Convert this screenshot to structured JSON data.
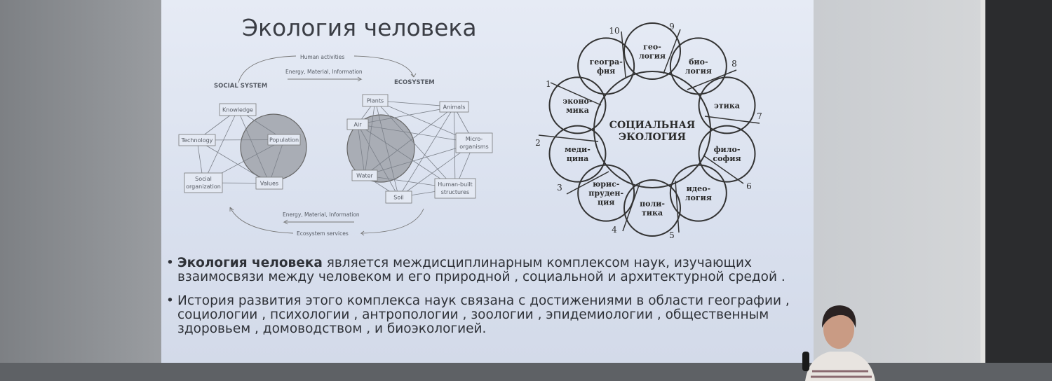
{
  "slide": {
    "title": "Экология человека",
    "left_diagram": {
      "top_arrow_label": "Human activities",
      "top_flow_label": "Energy, Material, Information",
      "social_system_label": "SOCIAL SYSTEM",
      "ecosystem_label": "ECOSYSTEM",
      "social_nodes": [
        "Knowledge",
        "Technology",
        "Population",
        "Social",
        "organization",
        "Values"
      ],
      "eco_nodes": [
        "Plants",
        "Animals",
        "Air",
        "Micro-",
        "organisms",
        "Water",
        "Soil",
        "Human-built",
        "structures"
      ],
      "bottom_flow_label": "Energy, Material, Information",
      "bottom_arrow_label": "Ecosystem services"
    },
    "right_diagram": {
      "center_line1": "СОЦИАЛЬНАЯ",
      "center_line2": "ЭКОЛОГИЯ",
      "circles": [
        [
          "гео-",
          "логия"
        ],
        [
          "био-",
          "логия"
        ],
        [
          "этика"
        ],
        [
          "фило-",
          "софия"
        ],
        [
          "идео-",
          "логия"
        ],
        [
          "поли-",
          "тика"
        ],
        [
          "юрис-",
          "пруден-",
          "ция"
        ],
        [
          "меди-",
          "цина"
        ],
        [
          "эконо-",
          "мика"
        ],
        [
          "геогра-",
          "фия"
        ]
      ],
      "numbers": [
        "1",
        "2",
        "3",
        "4",
        "5",
        "6",
        "7",
        "8",
        "9",
        "10"
      ]
    },
    "bullets": [
      {
        "bold": "Экология человека",
        "text": " является междисциплинарным  комплексом наук, изучающих взаимосвязи между человеком и его природной , социальной и архитектурной средой ."
      },
      {
        "bold": "",
        "text": "История развития этого комплекса наук связана с достижениями в области географии , социологии , психологии , антропологии , зоологии , эпидемиологии , общественным здоровьем , домоводством , и биоэкологией."
      }
    ],
    "bullet_symbol": "•"
  },
  "colors": {
    "slide_bg": "#dfe6f2",
    "ink": "#3a3d44",
    "wall": "#8f9296"
  }
}
